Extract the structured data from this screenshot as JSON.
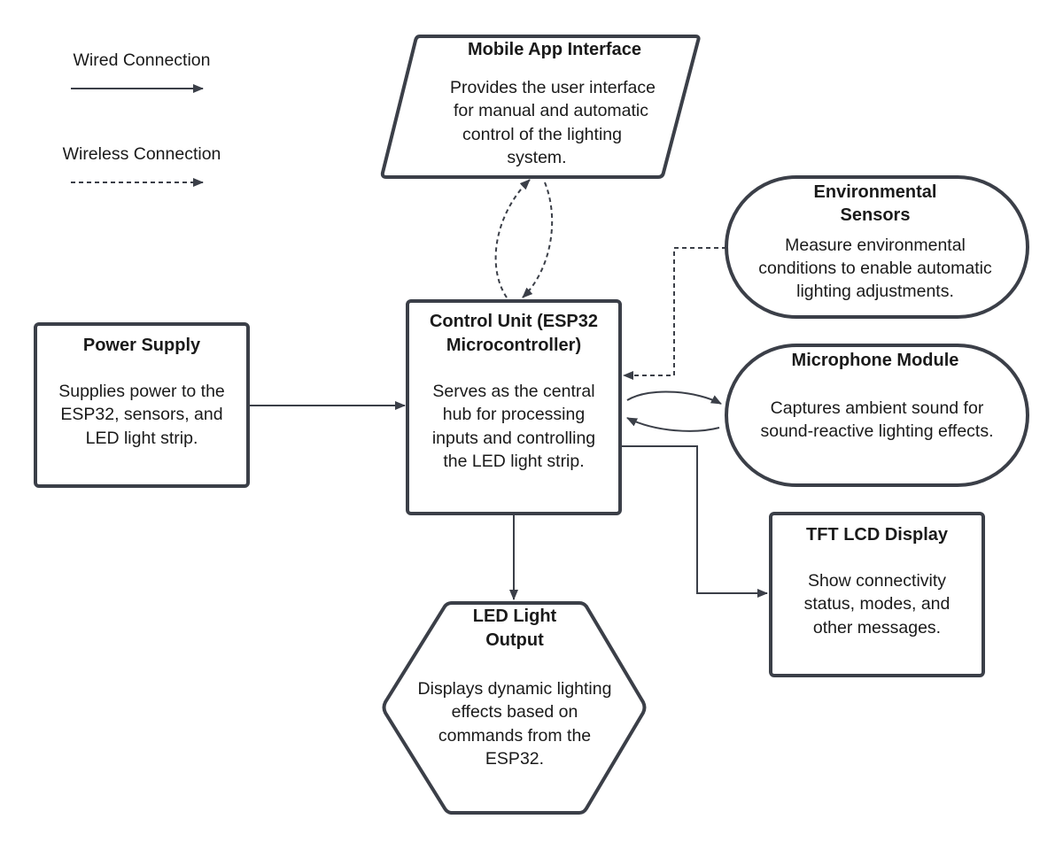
{
  "legend": {
    "wired_label": "Wired Connection",
    "wireless_label": "Wireless Connection"
  },
  "nodes": {
    "mobile_app": {
      "title": "Mobile App Interface",
      "lines": [
        "Provides the user interface",
        "for manual and automatic",
        "control of the lighting",
        "system."
      ]
    },
    "environmental_sensors": {
      "title_lines": [
        "Environmental",
        "Sensors"
      ],
      "lines": [
        "Measure environmental",
        "conditions to enable automatic",
        "lighting adjustments."
      ]
    },
    "power_supply": {
      "title": "Power Supply",
      "lines": [
        "Supplies power to the",
        "ESP32, sensors, and",
        "LED light strip."
      ]
    },
    "control_unit": {
      "title_lines": [
        "Control Unit (ESP32",
        "Microcontroller)"
      ],
      "lines": [
        "Serves as the central",
        "hub for processing",
        "inputs and controlling",
        "the LED light strip."
      ]
    },
    "microphone": {
      "title": "Microphone Module",
      "lines": [
        "Captures ambient sound for",
        "sound-reactive lighting effects."
      ]
    },
    "tft_display": {
      "title": "TFT LCD Display",
      "lines": [
        "Show connectivity",
        "status, modes, and",
        "other messages."
      ]
    },
    "led_output": {
      "title_lines": [
        "LED Light",
        "Output"
      ],
      "lines": [
        "Displays dynamic lighting",
        "effects based on",
        "commands from the",
        "ESP32."
      ]
    }
  },
  "connections": [
    {
      "from": "power_supply",
      "to": "control_unit",
      "type": "wired"
    },
    {
      "from": "control_unit",
      "to": "mobile_app",
      "type": "wireless"
    },
    {
      "from": "mobile_app",
      "to": "control_unit",
      "type": "wireless"
    },
    {
      "from": "environmental_sensors",
      "to": "control_unit",
      "type": "wireless"
    },
    {
      "from": "control_unit",
      "to": "microphone",
      "type": "wired"
    },
    {
      "from": "microphone",
      "to": "control_unit",
      "type": "wired"
    },
    {
      "from": "control_unit",
      "to": "tft_display",
      "type": "wired"
    },
    {
      "from": "control_unit",
      "to": "led_output",
      "type": "wired"
    }
  ],
  "colors": {
    "stroke": "#3b3f48",
    "text": "#1a1a1a",
    "background": "#ffffff"
  }
}
